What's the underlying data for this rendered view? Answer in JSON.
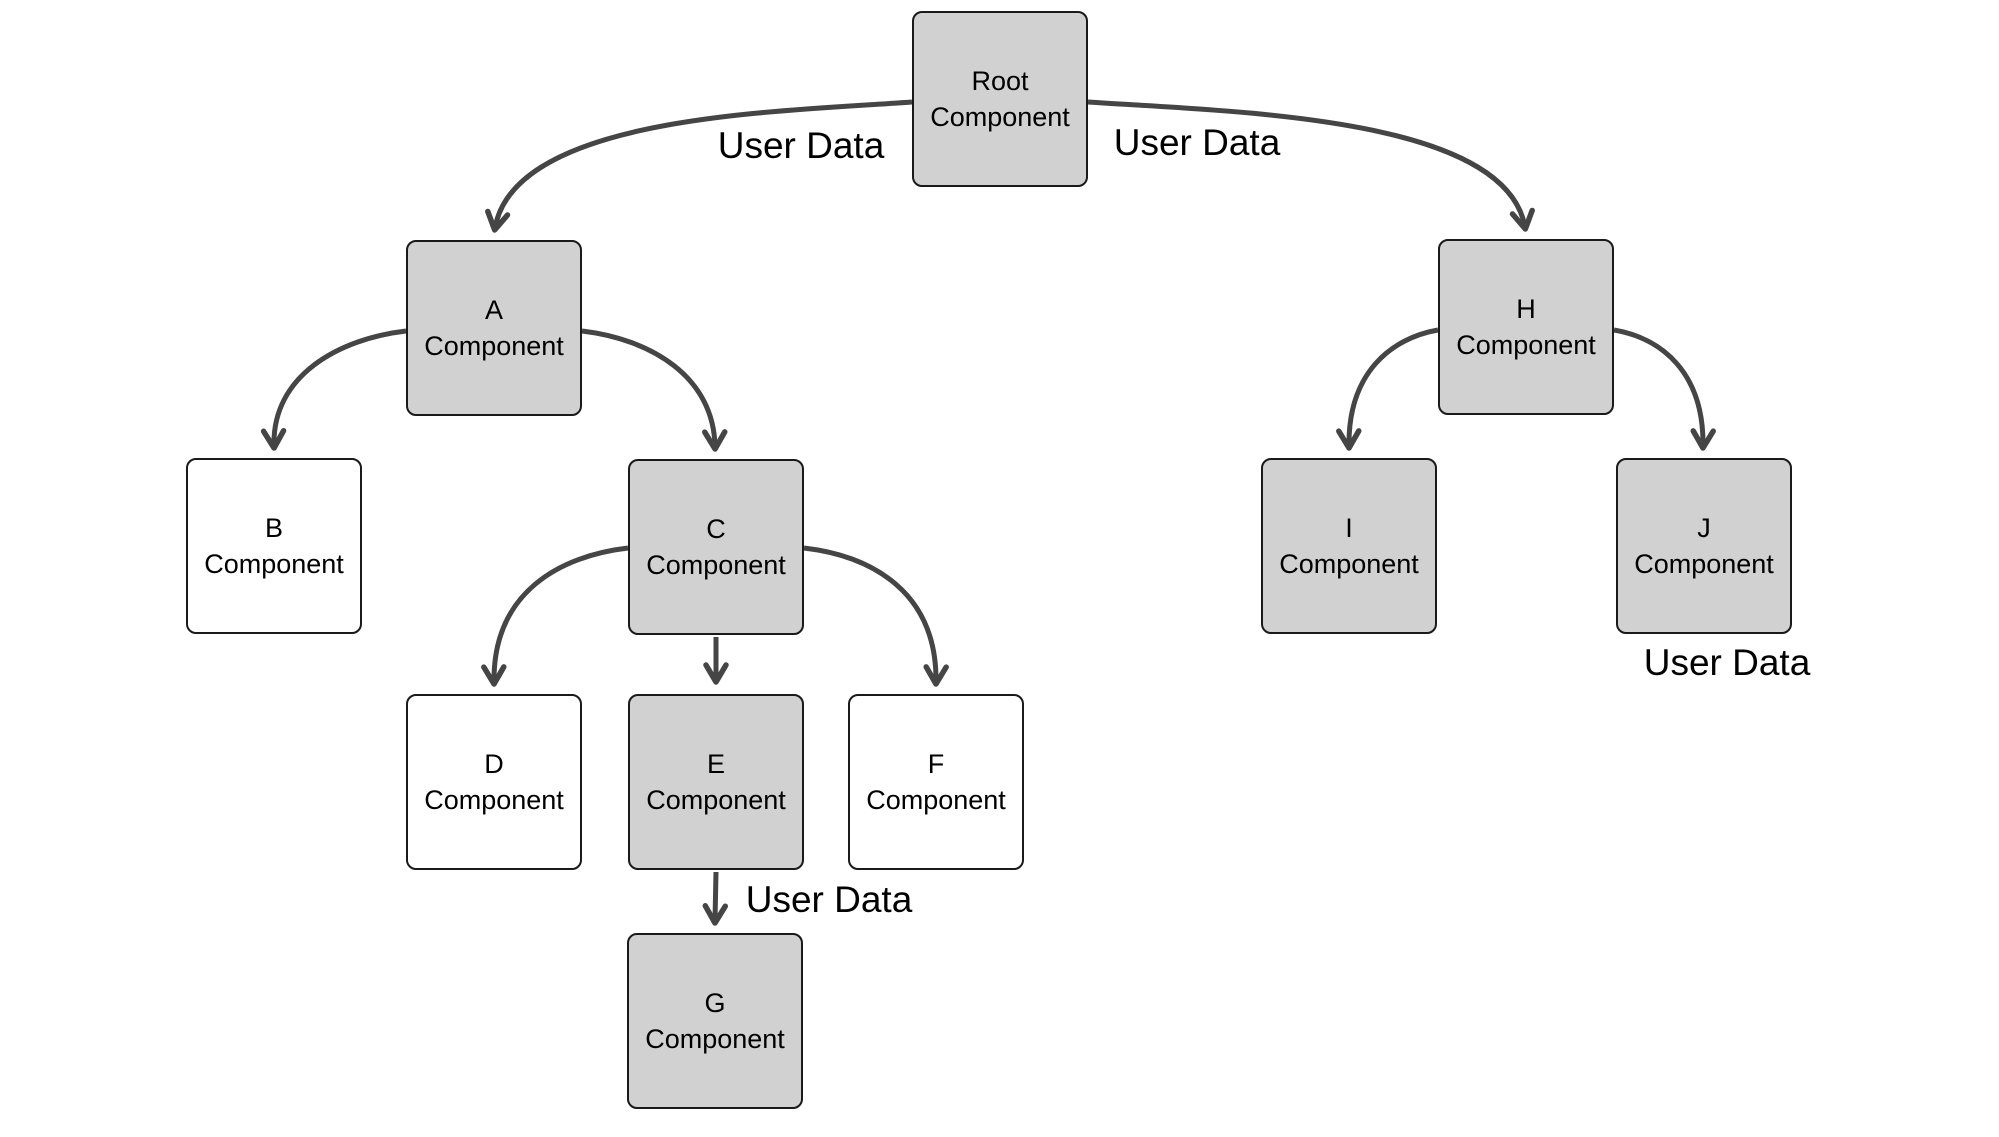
{
  "diagram": {
    "nodes": [
      {
        "id": "root",
        "line1": "Root",
        "line2": "Component",
        "filled": true
      },
      {
        "id": "a",
        "line1": "A",
        "line2": "Component",
        "filled": true
      },
      {
        "id": "h",
        "line1": "H",
        "line2": "Component",
        "filled": true
      },
      {
        "id": "b",
        "line1": "B",
        "line2": "Component",
        "filled": false
      },
      {
        "id": "c",
        "line1": "C",
        "line2": "Component",
        "filled": true
      },
      {
        "id": "i",
        "line1": "I",
        "line2": "Component",
        "filled": true
      },
      {
        "id": "j",
        "line1": "J",
        "line2": "Component",
        "filled": true
      },
      {
        "id": "d",
        "line1": "D",
        "line2": "Component",
        "filled": false
      },
      {
        "id": "e",
        "line1": "E",
        "line2": "Component",
        "filled": true
      },
      {
        "id": "f",
        "line1": "F",
        "line2": "Component",
        "filled": false
      },
      {
        "id": "g",
        "line1": "G",
        "line2": "Component",
        "filled": true
      }
    ],
    "edges": [
      {
        "from": "root",
        "to": "a",
        "label": "User Data"
      },
      {
        "from": "root",
        "to": "h",
        "label": "User Data"
      },
      {
        "from": "a",
        "to": "b",
        "label": ""
      },
      {
        "from": "a",
        "to": "c",
        "label": ""
      },
      {
        "from": "c",
        "to": "d",
        "label": ""
      },
      {
        "from": "c",
        "to": "e",
        "label": ""
      },
      {
        "from": "c",
        "to": "f",
        "label": ""
      },
      {
        "from": "e",
        "to": "g",
        "label": "User Data"
      },
      {
        "from": "h",
        "to": "i",
        "label": ""
      },
      {
        "from": "h",
        "to": "j",
        "label": "User Data"
      }
    ],
    "colors": {
      "node_fill": "#d1d1d1",
      "node_fill_plain": "#ffffff",
      "node_border": "#1a1a1a",
      "arrow": "#454545",
      "text": "#000000"
    }
  }
}
